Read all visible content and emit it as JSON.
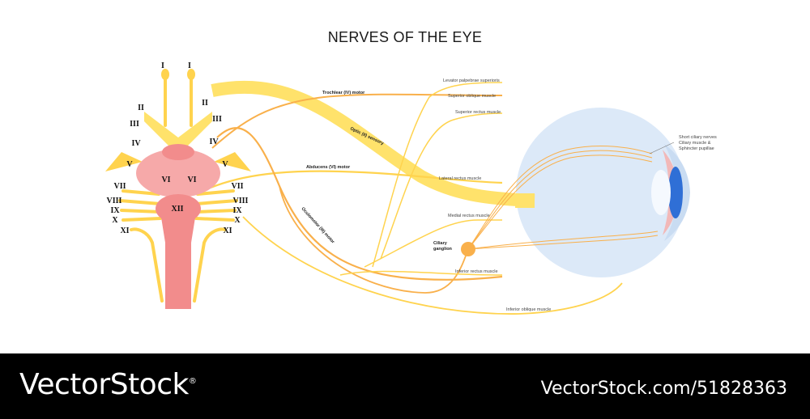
{
  "title": "NERVES OF THE EYE",
  "cranial_nerves": {
    "left": [
      "I",
      "II",
      "III",
      "IV",
      "V",
      "VI",
      "VII",
      "VIII",
      "IX",
      "X",
      "XI"
    ],
    "right": [
      "I",
      "II",
      "III",
      "IV",
      "V",
      "VI",
      "VII",
      "VIII",
      "IX",
      "X",
      "XI"
    ],
    "center": "XII"
  },
  "nerve_labels": {
    "trochlear": "Trochlear (IV) motor",
    "optic": "Optic (II) sensory",
    "abducens": "Abducens (VI) motor",
    "oculomotor": "Oculomotor (III) motor"
  },
  "muscle_labels": {
    "levator": "Levator palpebrae superioris",
    "superior_oblique": "Superior  oblique muscle",
    "superior_rectus": "Superior rectus muscle",
    "lateral_rectus": "Lateral rectus muscle",
    "medial_rectus": "Medial rectus muscle",
    "inferior_rectus": "Inferior rectus muscle",
    "inferior_oblique": "Inferior oblique muscle"
  },
  "ciliary_ganglion": [
    "Ciliary",
    "ganglion"
  ],
  "short_ciliary": [
    "Short ciliary nerves",
    "Ciliary muscle &",
    "Sphincter pupillae"
  ],
  "footer": {
    "brand": "VectorStock",
    "registered": "®",
    "image_id": "VectorStock.com/51828363"
  },
  "colors": {
    "nerve_yellow": "#FFE26B",
    "nerve_orange": "#F9B04B",
    "brainstem": "#F28C8C",
    "pons": "#F6A9A9",
    "eyeball": "#DCE9F8",
    "iris": "#2F6FD6"
  }
}
